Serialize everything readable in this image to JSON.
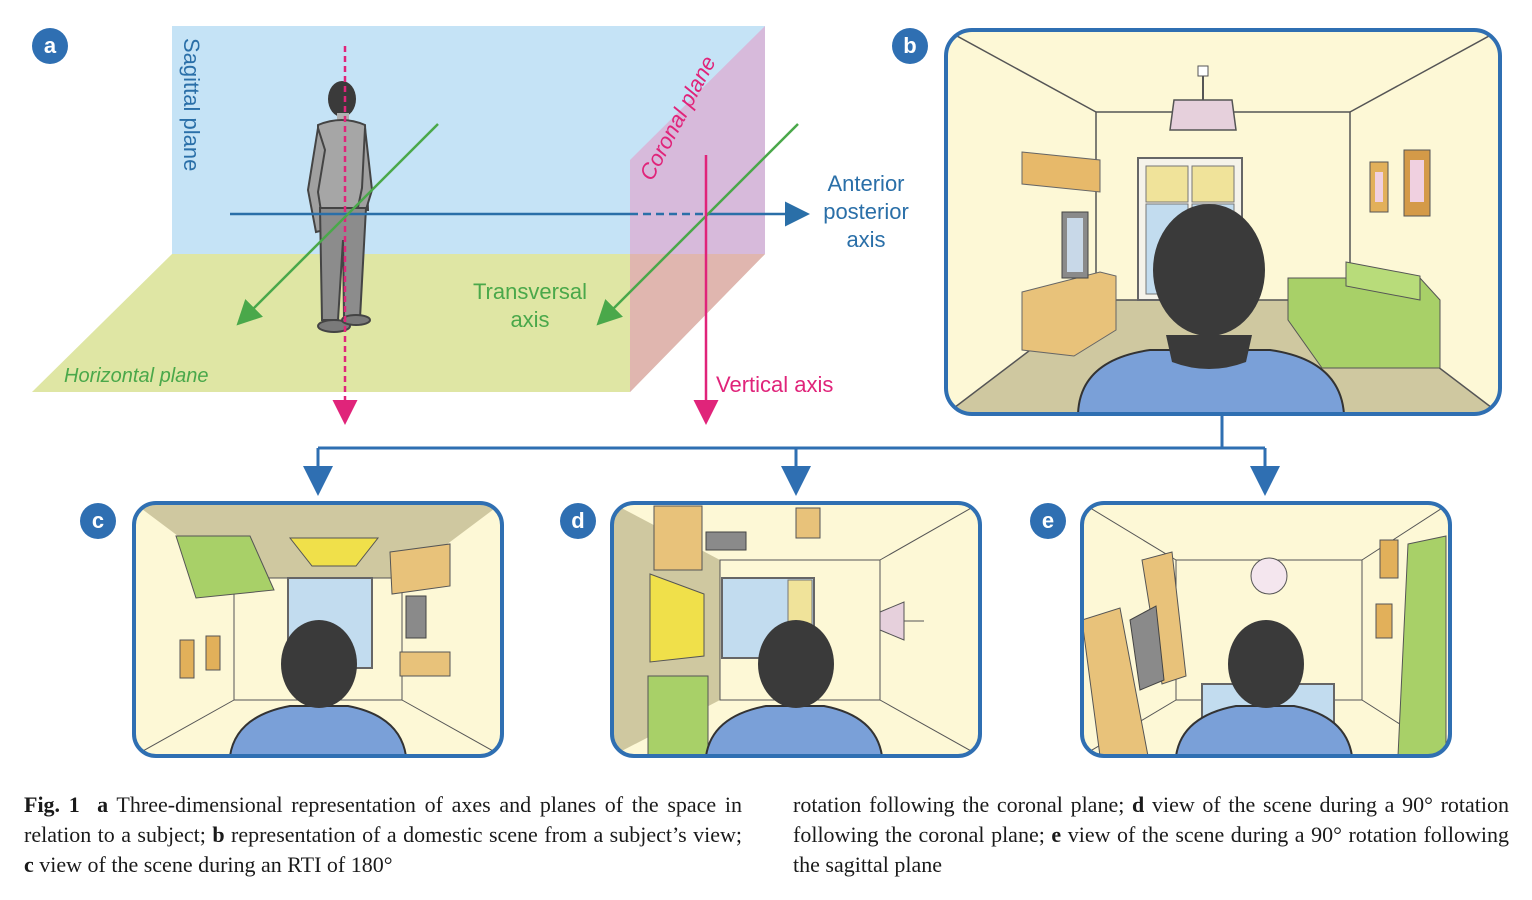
{
  "panels": {
    "a": "a",
    "b": "b",
    "c": "c",
    "d": "d",
    "e": "e"
  },
  "labels": {
    "sagittal_plane": "Sagittal plane",
    "coronal_plane": "Coronal plane",
    "horizontal_plane": "Horizontal plane",
    "ap_axis_1": "Anterior",
    "ap_axis_2": "posterior",
    "ap_axis_3": "axis",
    "transversal_axis_1": "Transversal",
    "transversal_axis_2": "axis",
    "vertical_axis": "Vertical axis"
  },
  "caption": {
    "fig_label": "Fig. 1",
    "left_segments": [
      {
        "bold": "a",
        "text": " Three-dimensional representation of axes and planes of the space in relation to a subject; "
      },
      {
        "bold": "b",
        "text": " representation of a domestic scene from a subject’s view; "
      },
      {
        "bold": "c",
        "text": " view of the scene during an RTI of 180°"
      }
    ],
    "right_segments": [
      {
        "bold": "",
        "text": "rotation following the coronal plane; "
      },
      {
        "bold": "d",
        "text": " view of the scene during a 90° rotation following the coronal plane; "
      },
      {
        "bold": "e",
        "text": " view of the scene during a 90° rotation following the sagittal plane"
      }
    ]
  },
  "colors": {
    "panel_blue": "#2f6fb2",
    "sagittal_fill": "#c5e3f6",
    "horizontal_fill": "#dfe6a4",
    "coronal_fill": "#d8b5d8",
    "axis_blue": "#2a6fa8",
    "axis_green": "#4aa84a",
    "axis_magenta": "#e0247a",
    "room_wall": "#fdf8d6",
    "room_floor": "#cfc8a0",
    "shirt_blue": "#7aa0d8",
    "hair": "#3a3a3a"
  }
}
